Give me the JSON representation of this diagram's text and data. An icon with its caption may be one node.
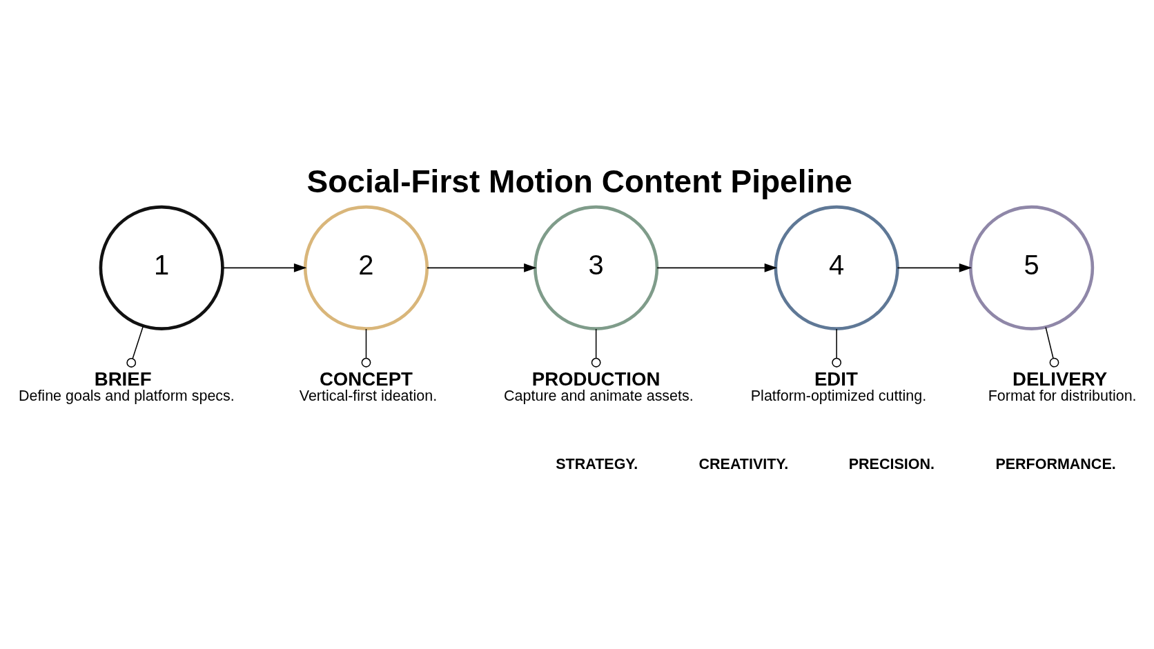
{
  "diagram": {
    "title": "Social-First Motion Content Pipeline",
    "nodes": [
      {
        "text": [
          "1"
        ]
      },
      {
        "text": [
          "2"
        ]
      },
      {
        "text": [
          "3"
        ]
      },
      {
        "text": [
          "4"
        ]
      },
      {
        "text": [
          "5"
        ]
      },
      {
        "text": [
          "BRIEF",
          "Define goals and platform specs."
        ]
      },
      {
        "text": [
          "CONCEPT",
          "Vertical-first ideation."
        ]
      },
      {
        "text": [
          "PRODUCTION",
          "Capture and animate assets."
        ]
      },
      {
        "text": [
          "EDIT",
          "Platform-optimized cutting."
        ]
      },
      {
        "text": [
          "DELIVERY",
          "Format for distribution."
        ]
      }
    ],
    "edges": [
      {
        "from": 0,
        "to": 1,
        "arrow": "to"
      },
      {
        "from": 1,
        "to": 2,
        "arrow": "to"
      },
      {
        "from": 2,
        "to": 3,
        "arrow": "to"
      },
      {
        "from": 3,
        "to": 4,
        "arrow": "to"
      },
      {
        "from": 0,
        "to": 5,
        "arrow": "other"
      },
      {
        "from": 1,
        "to": 6,
        "arrow": "other"
      },
      {
        "from": 2,
        "to": 7,
        "arrow": "other"
      },
      {
        "from": 3,
        "to": 8,
        "arrow": "other"
      },
      {
        "from": 4,
        "to": 9,
        "arrow": "other"
      }
    ],
    "labels": [
      "STRATEGY.",
      "CREATIVITY.",
      "PRECISION.",
      "PERFORMANCE."
    ]
  }
}
